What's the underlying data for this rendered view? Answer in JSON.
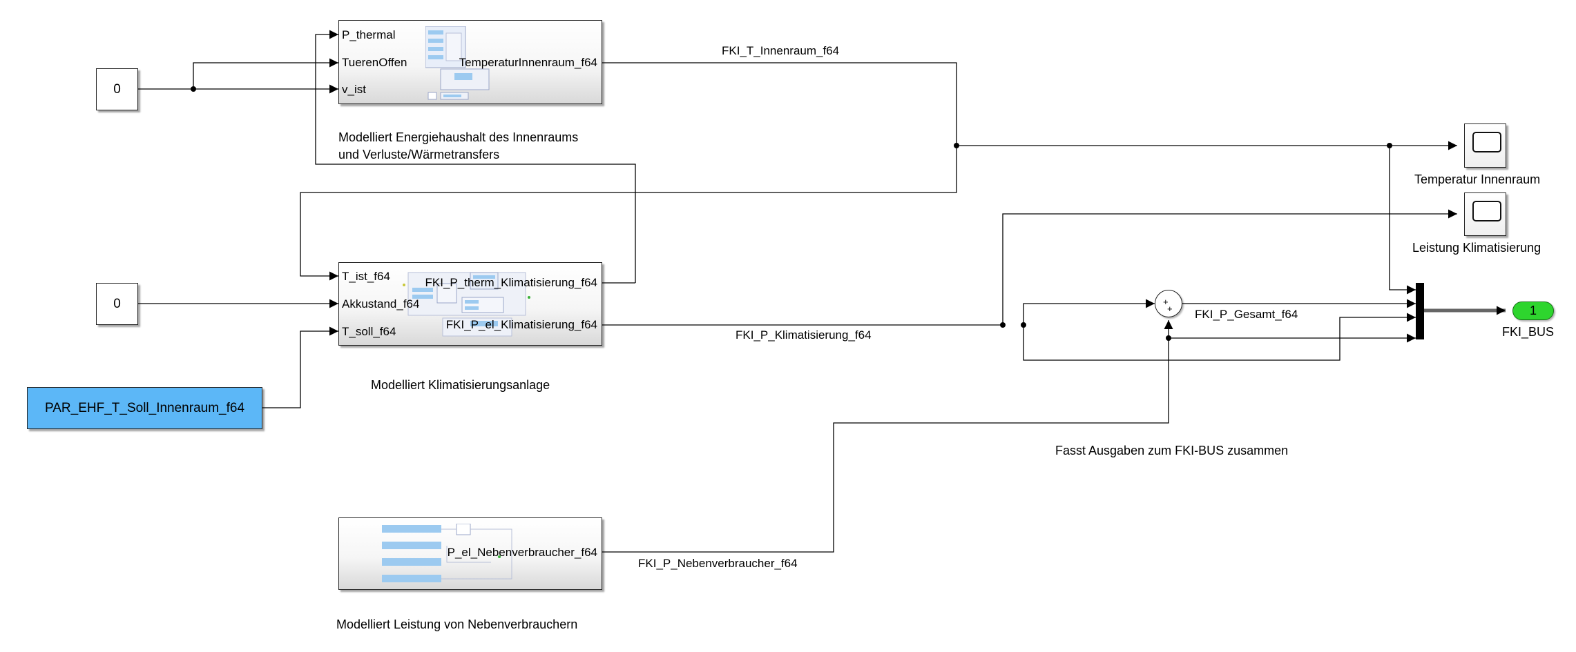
{
  "blocks": {
    "temperature_subsystem": {
      "inputs": [
        "P_thermal",
        "TuerenOffen",
        "v_ist"
      ],
      "output": "TemperaturInnenraum_f64",
      "annotation_line1": "Modelliert Energiehaushalt des Innenraums",
      "annotation_line2": "und Verluste/Wärmetransfers"
    },
    "climate_subsystem": {
      "inputs": [
        "T_ist_f64",
        "Akkustand_f64",
        "T_soll_f64"
      ],
      "outputs": [
        "FKI_P_therm_Klimatisierung_f64",
        "FKI_P_el_Klimatisierung_f64"
      ],
      "annotation": "Modelliert Klimatisierungsanlage"
    },
    "aux_subsystem": {
      "output": "P_el_Nebenverbraucher_f64",
      "annotation": "Modelliert Leistung von Nebenverbrauchern"
    },
    "const_top": "0",
    "const_mid": "0",
    "param_block": "PAR_EHF_T_Soll_Innenraum_f64",
    "sum_signs": [
      "+",
      "+"
    ],
    "scope_temp": "Temperatur Innenraum",
    "scope_power": "Leistung Klimatisierung",
    "outport": {
      "number": "1",
      "name": "FKI_BUS"
    }
  },
  "signals": {
    "t_innenraum": "FKI_T_Innenraum_f64",
    "p_klima": "FKI_P_Klimatisierung_f64",
    "p_gesamt": "FKI_P_Gesamt_f64",
    "p_neben": "FKI_P_Nebenverbraucher_f64"
  },
  "annotations": {
    "bus": "Fasst Ausgaben zum FKI-BUS zusammen"
  },
  "colors": {
    "param_fill": "#5cb7f7",
    "outport_fill": "#2ed52e",
    "line": "#000000"
  }
}
